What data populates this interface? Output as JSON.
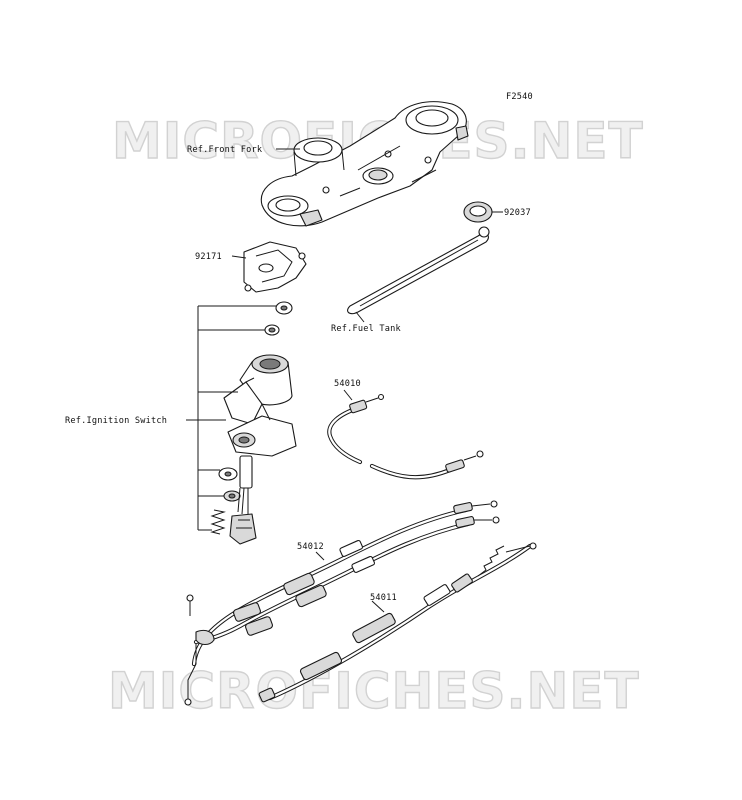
{
  "figure_code": "F2540",
  "watermark": {
    "top": "MICROFICHES.NET",
    "bottom": "MICROFICHES.NET"
  },
  "labels": {
    "ref_front_fork": "Ref.Front Fork",
    "part_92037": "92037",
    "part_92171": "92171",
    "ref_fuel_tank": "Ref.Fuel Tank",
    "part_54010": "54010",
    "ref_ignition_switch": "Ref.Ignition Switch",
    "part_54012": "54012",
    "part_54011": "54011"
  }
}
